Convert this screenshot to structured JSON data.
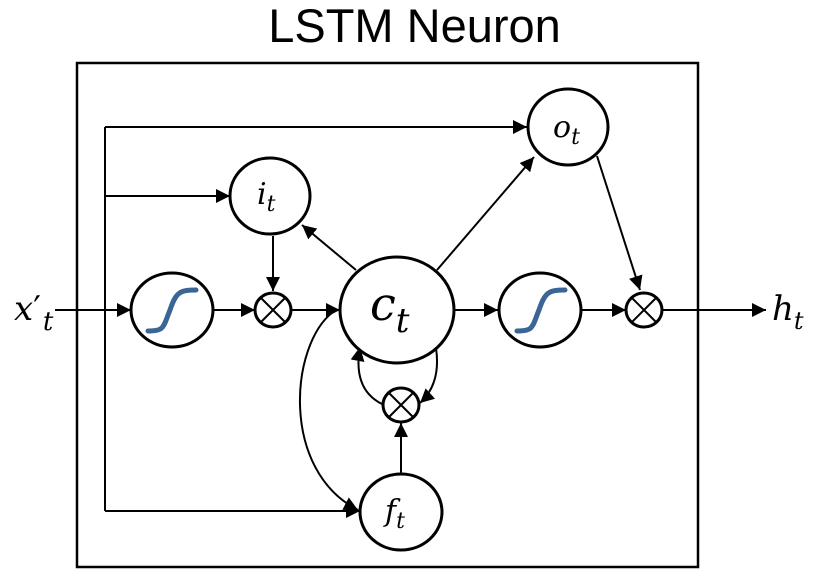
{
  "title": "LSTM Neuron",
  "input_label": {
    "base": "x",
    "prime": "′",
    "sub": "t"
  },
  "output_label": {
    "base": "h",
    "sub": "t"
  },
  "nodes": {
    "input_gate": {
      "base": "i",
      "sub": "t"
    },
    "output_gate": {
      "base": "o",
      "sub": "t"
    },
    "forget_gate": {
      "base": "f",
      "sub": "t"
    },
    "cell": {
      "base": "c",
      "sub": "t"
    }
  },
  "icons": {
    "activation": "sigmoid-curve",
    "multiply": "circled-times"
  },
  "colors": {
    "line": "#000000",
    "sigmoid": "#3a6594",
    "background": "#ffffff"
  }
}
